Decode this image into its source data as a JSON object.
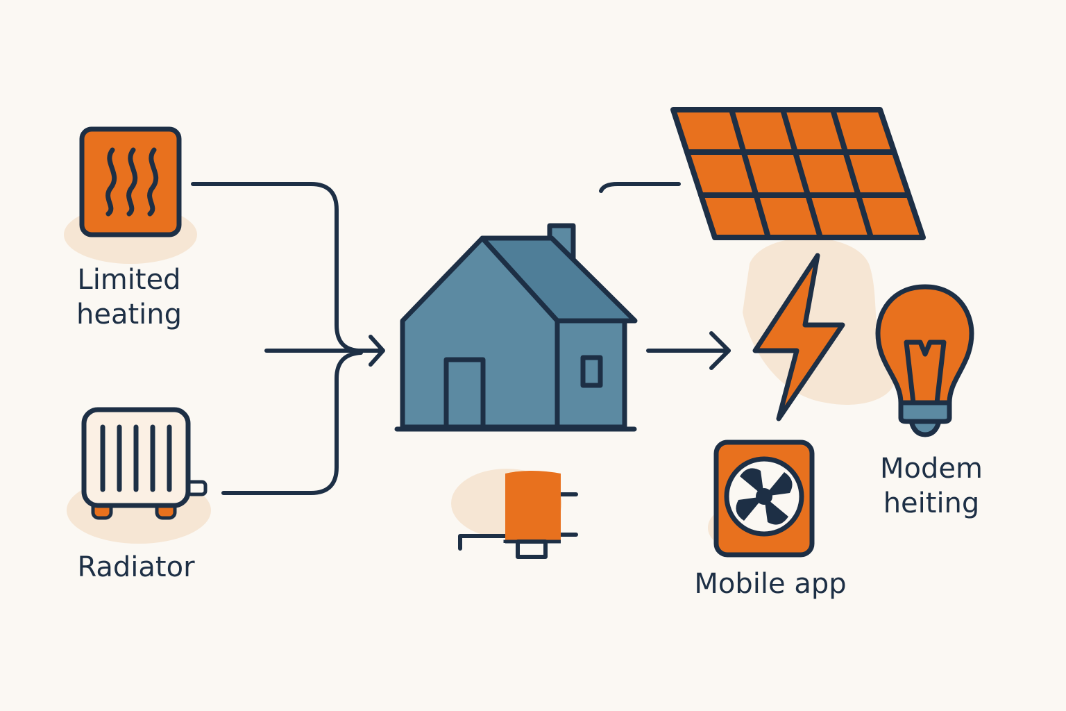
{
  "labels": {
    "limited_heating": [
      "Limited",
      "heating"
    ],
    "radiator": [
      "Radiator"
    ],
    "mobile_app": [
      "Mobile app"
    ],
    "modern_heating": [
      "Modem",
      "heiting"
    ]
  },
  "colors": {
    "background": "#fbf8f3",
    "ink": "#1d2f45",
    "orange": "#e8711e",
    "house_blue": "#5c8aa2",
    "glow": "#f6e6d4"
  },
  "icons": {
    "limited_heating": "heat-waves-icon",
    "radiator": "radiator-icon",
    "house": "house-icon",
    "water_heater": "water-heater-icon",
    "solar_panel": "solar-panel-icon",
    "lightning": "lightning-bolt-icon",
    "light_bulb": "light-bulb-icon",
    "mobile_app": "fan-app-icon"
  }
}
